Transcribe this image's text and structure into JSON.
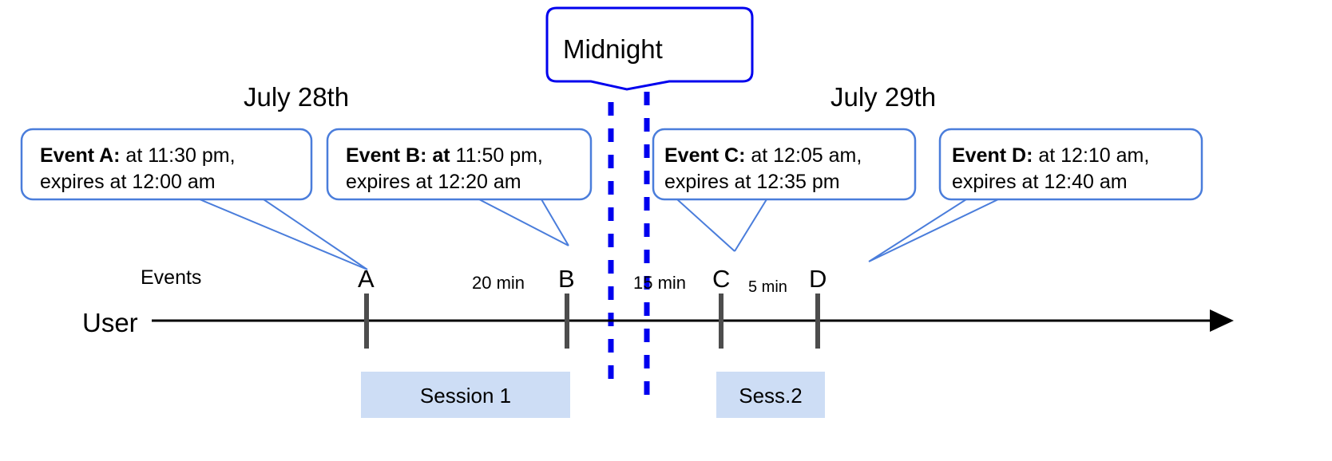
{
  "diagram": {
    "title_visible": false,
    "colors": {
      "callout_border": "#4a7ddb",
      "midnight_border": "#0000ee",
      "dashed_line": "#0000ee",
      "session_fill": "#cdddf5",
      "axis": "#000000",
      "tick": "#4d4d4d"
    },
    "dates": {
      "left": "July 28th",
      "right": "July 29th"
    },
    "midnight_label": "Midnight",
    "row_labels": {
      "events": "Events",
      "user": "User"
    },
    "callouts": [
      {
        "id": "event-a",
        "bold": "Event A:",
        "rest_line1": " at 11:30 pm,",
        "line2": "expires at 12:00 am"
      },
      {
        "id": "event-b",
        "bold": "Event B: at",
        "rest_line1": " 11:50 pm,",
        "line2": "expires at 12:20 am"
      },
      {
        "id": "event-c",
        "bold": "Event C:",
        "rest_line1": " at 12:05 am,",
        "line2": "expires at 12:35 pm"
      },
      {
        "id": "event-d",
        "bold": "Event D:",
        "rest_line1": "  at 12:10 am,",
        "line2": "expires at 12:40 am"
      }
    ],
    "markers": [
      {
        "id": "marker-a",
        "label": "A"
      },
      {
        "id": "marker-b",
        "label": "B"
      },
      {
        "id": "marker-c",
        "label": "C"
      },
      {
        "id": "marker-d",
        "label": "D"
      }
    ],
    "gaps": [
      {
        "id": "gap-ab",
        "label": "20 min"
      },
      {
        "id": "gap-bc",
        "label": "15 min"
      },
      {
        "id": "gap-cd",
        "label": "5 min"
      }
    ],
    "sessions": [
      {
        "id": "session-1",
        "label": "Session 1"
      },
      {
        "id": "session-2",
        "label": "Sess.2"
      }
    ]
  }
}
